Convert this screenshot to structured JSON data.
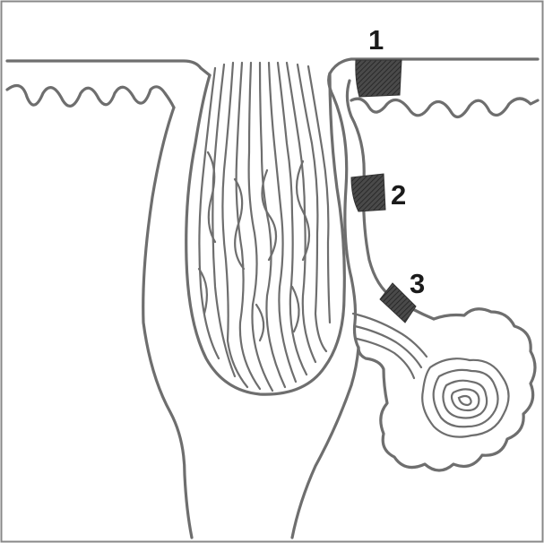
{
  "diagram": {
    "labels": [
      {
        "id": "region-1",
        "text": "1"
      },
      {
        "id": "region-2",
        "text": "2"
      },
      {
        "id": "region-3",
        "text": "3"
      }
    ],
    "colors": {
      "background": "#ffffff",
      "outline": "#6e6e6e",
      "marker": "#3a3a3a",
      "label": "#1a1a1a",
      "border": "#888888"
    }
  }
}
